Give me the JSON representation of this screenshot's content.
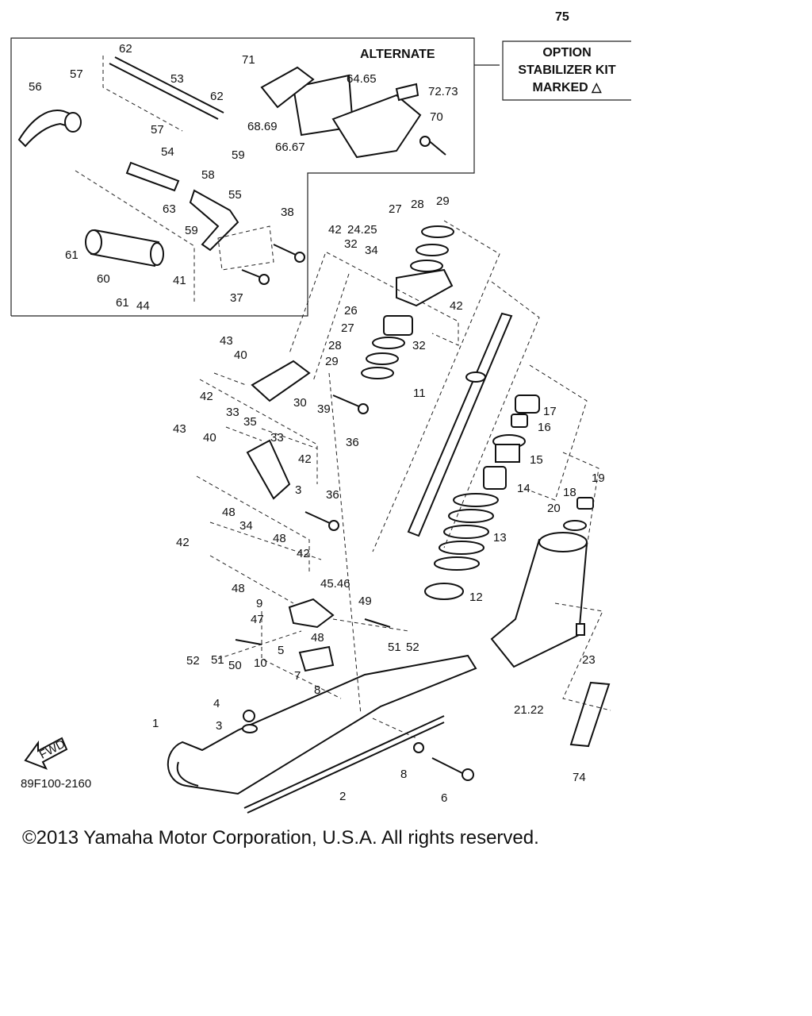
{
  "page_number": "75",
  "alternate_label": "ALTERNATE",
  "option_box": [
    "OPTION",
    "STABILIZER KIT",
    "MARKED △"
  ],
  "fwd_label": "FWD",
  "part_code": "89F100-2160",
  "copyright": "©2013 Yamaha Motor Corporation, U.S.A. All rights reserved.",
  "callouts": [
    "62",
    "57",
    "56",
    "53",
    "62",
    "57",
    "54",
    "59",
    "58",
    "63",
    "55",
    "59",
    "38",
    "61",
    "60",
    "61",
    "44",
    "41",
    "37",
    "71",
    "64.65",
    "72.73",
    "70",
    "68.69",
    "66.67",
    "42",
    "32",
    "34",
    "24.25",
    "27",
    "28",
    "29",
    "26",
    "27",
    "28",
    "29",
    "32",
    "42",
    "43",
    "40",
    "30",
    "39",
    "36",
    "11",
    "42",
    "33",
    "35",
    "43",
    "40",
    "33",
    "42",
    "3",
    "36",
    "48",
    "34",
    "42",
    "48",
    "42",
    "48",
    "9",
    "45.46",
    "49",
    "47",
    "48",
    "51",
    "52",
    "52",
    "51",
    "50",
    "5",
    "10",
    "7",
    "8",
    "4",
    "3",
    "1",
    "8",
    "2",
    "6",
    "17",
    "16",
    "15",
    "14",
    "13",
    "12",
    "19",
    "18",
    "20",
    "23",
    "21.22",
    "74"
  ]
}
